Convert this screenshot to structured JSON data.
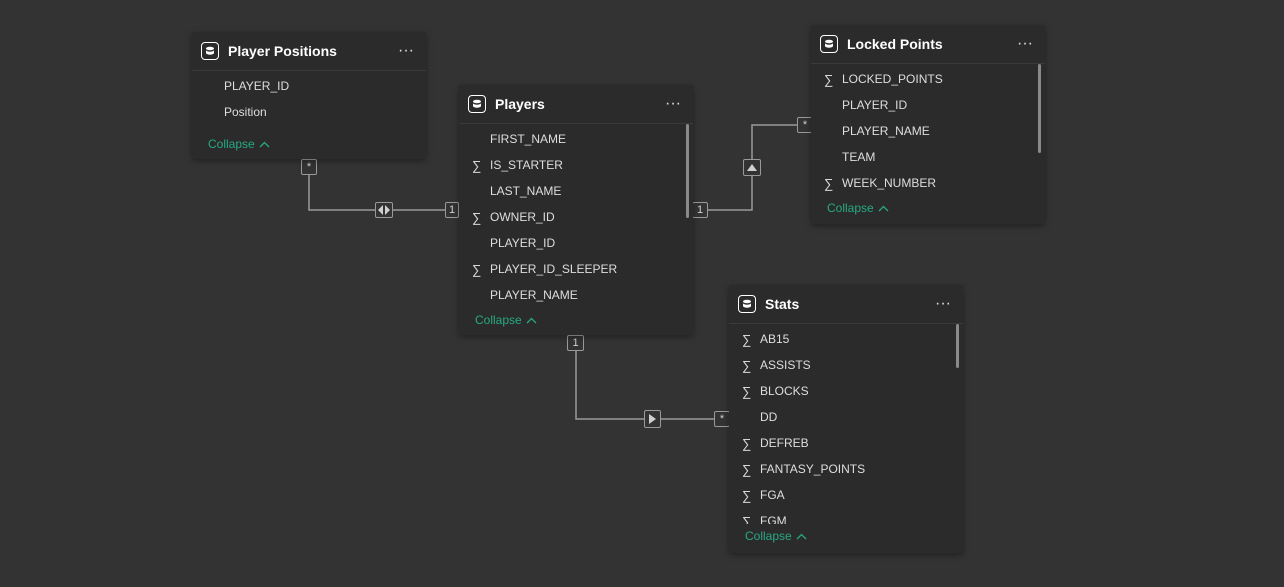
{
  "tables": {
    "player_positions": {
      "title": "Player Positions",
      "more": "···",
      "fields": [
        {
          "name": "PLAYER_ID",
          "sigma": false
        },
        {
          "name": "Position",
          "sigma": false
        }
      ],
      "collapse": "Collapse"
    },
    "players": {
      "title": "Players",
      "more": "···",
      "fields": [
        {
          "name": "FIRST_NAME",
          "sigma": false
        },
        {
          "name": "IS_STARTER",
          "sigma": true
        },
        {
          "name": "LAST_NAME",
          "sigma": false
        },
        {
          "name": "OWNER_ID",
          "sigma": true
        },
        {
          "name": "PLAYER_ID",
          "sigma": false
        },
        {
          "name": "PLAYER_ID_SLEEPER",
          "sigma": true
        },
        {
          "name": "PLAYER_NAME",
          "sigma": false
        }
      ],
      "collapse": "Collapse"
    },
    "locked_points": {
      "title": "Locked Points",
      "more": "···",
      "fields": [
        {
          "name": "LOCKED_POINTS",
          "sigma": true
        },
        {
          "name": "PLAYER_ID",
          "sigma": false
        },
        {
          "name": "PLAYER_NAME",
          "sigma": false
        },
        {
          "name": "TEAM",
          "sigma": false
        },
        {
          "name": "WEEK_NUMBER",
          "sigma": true
        }
      ],
      "collapse": "Collapse"
    },
    "stats": {
      "title": "Stats",
      "more": "···",
      "fields": [
        {
          "name": "AB15",
          "sigma": true
        },
        {
          "name": "ASSISTS",
          "sigma": true
        },
        {
          "name": "BLOCKS",
          "sigma": true
        },
        {
          "name": "DD",
          "sigma": false
        },
        {
          "name": "DEFREB",
          "sigma": true
        },
        {
          "name": "FANTASY_POINTS",
          "sigma": true
        },
        {
          "name": "FGA",
          "sigma": true
        },
        {
          "name": "FGM",
          "sigma": true
        }
      ],
      "collapse": "Collapse"
    }
  },
  "glyphs": {
    "sigma": "∑",
    "one": "1",
    "many": "*"
  },
  "colors": {
    "background": "#333333",
    "card": "#2b2b2b",
    "accent": "#27a983",
    "line": "#9a9a9a"
  }
}
